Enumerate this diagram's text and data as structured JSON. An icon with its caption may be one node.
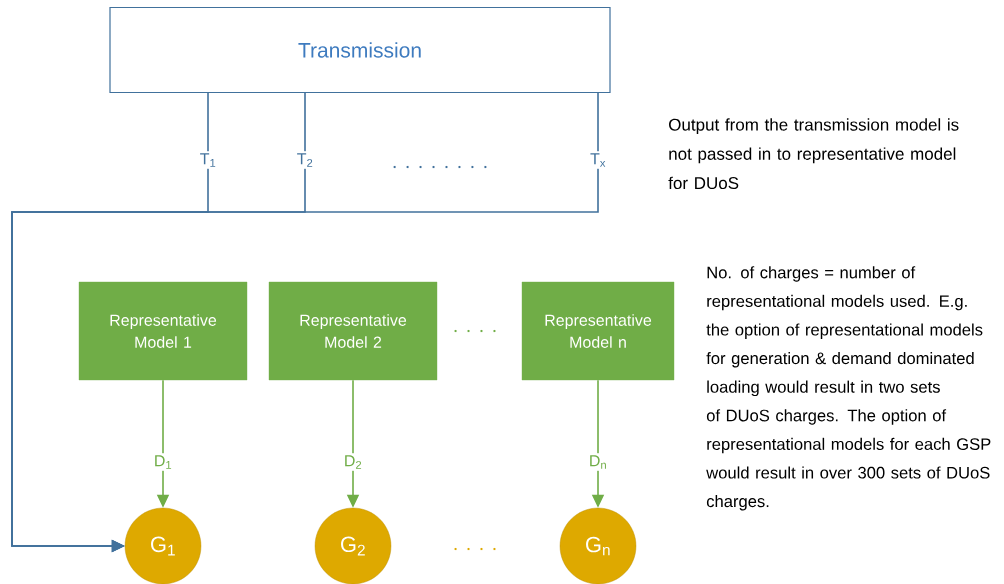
{
  "diagram": {
    "nodes": [
      {
        "text": [
          "Transmission"
        ]
      },
      {
        "text": [
          "Representative Model 1"
        ]
      },
      {
        "text": [
          "Representative Model 2"
        ]
      },
      {
        "text": [
          "Representative Model n"
        ]
      },
      {
        "text": [
          "G$_{1}$"
        ]
      },
      {
        "text": [
          "G$_{2}$"
        ]
      },
      {
        "text": [
          "G$_{n}$"
        ]
      }
    ],
    "edges": [
      {
        "from": 0,
        "to": 4,
        "arrow": "to",
        "label": "T$_{1}$"
      },
      {
        "from": 0,
        "to": 4,
        "arrow": "to",
        "label": "T$_{2}$"
      },
      {
        "from": 0,
        "to": 4,
        "arrow": "to",
        "label": "T$_{x}$"
      },
      {
        "from": 1,
        "to": 4,
        "arrow": "to",
        "label": "D$_{1}$",
        "color": "#70ad47"
      },
      {
        "from": 2,
        "to": 5,
        "arrow": "to",
        "label": "D$_{2}$",
        "color": "#70ad47"
      },
      {
        "from": 3,
        "to": 6,
        "arrow": "to",
        "label": "D$_{n}$",
        "color": "#70ad47"
      }
    ],
    "labels": [
      ". . . . . . . .",
      "Output from the transmission model is not passed in to representative model for DUoS",
      ". . . .",
      "No. of charges = number of representational models used. E.g. the option of representational models for generation & demand dominated loading would result in two sets of DUoS charges. The option of representational models for each GSP would result in over 300 sets of DUoS charges.",
      ". . . ."
    ]
  }
}
